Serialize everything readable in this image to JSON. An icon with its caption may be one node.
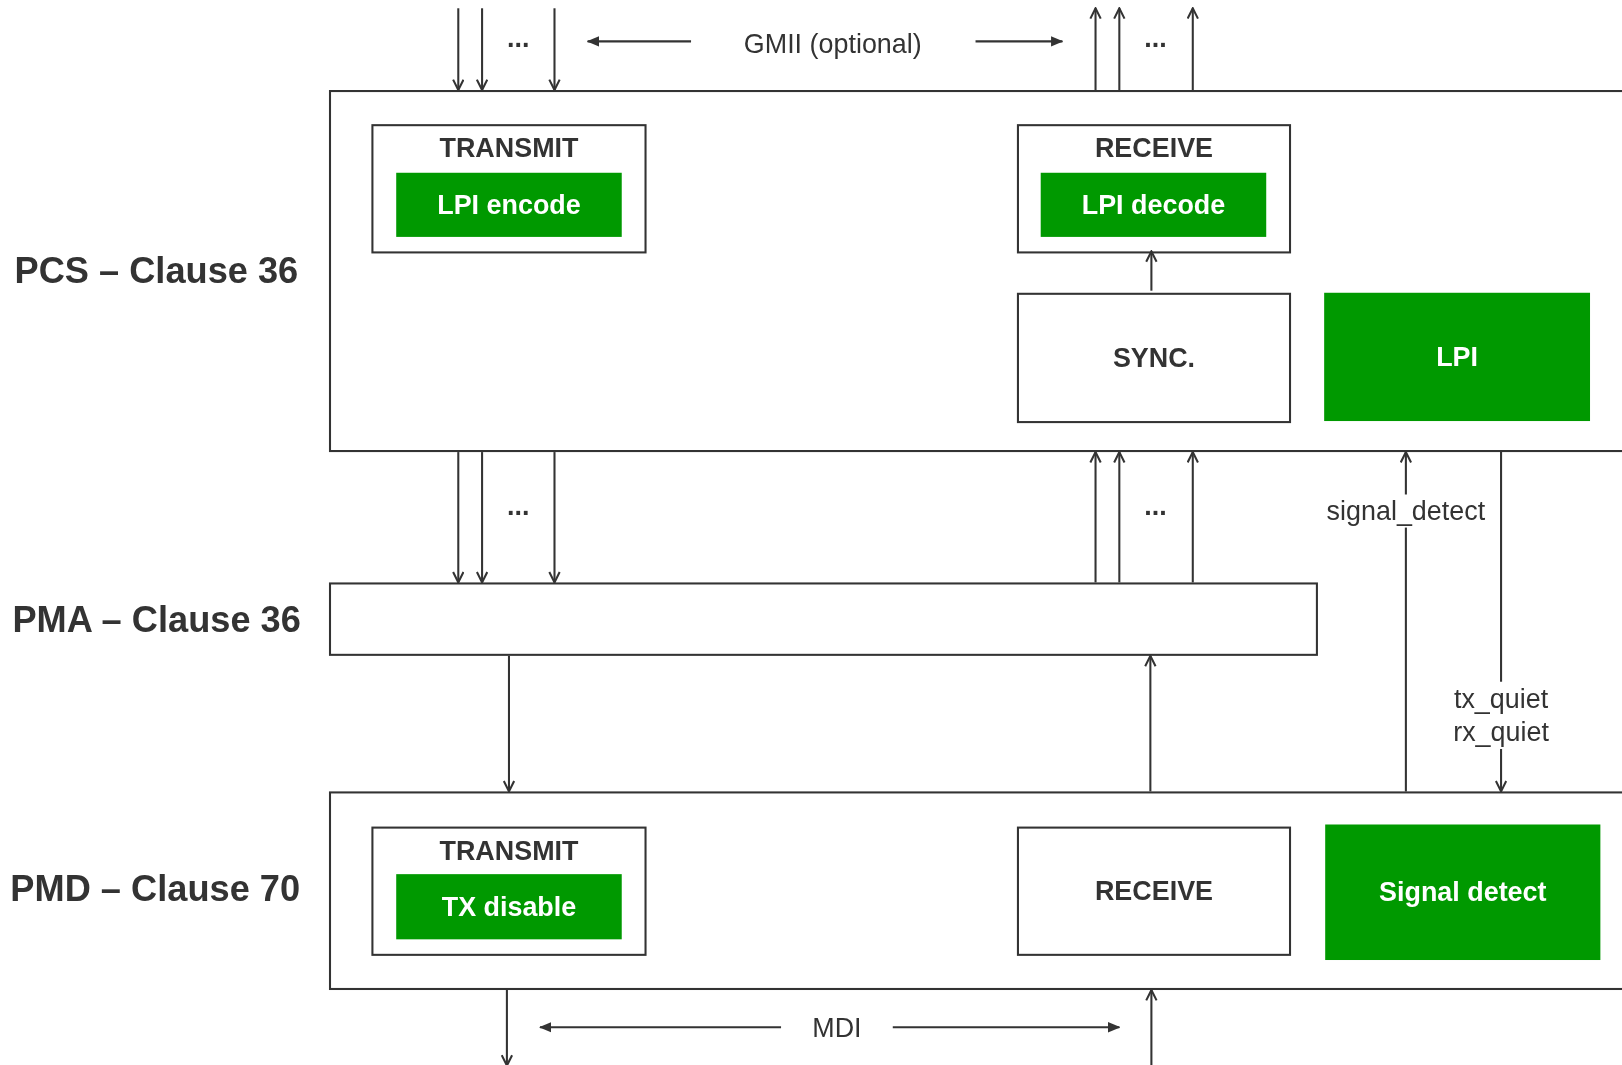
{
  "diagram": {
    "nodes": [
      {
        "text": [
          "PCS – Clause 36"
        ]
      },
      {
        "text": [
          "TRANSMIT"
        ],
        "in": 0
      },
      {
        "text": [
          "LPI encode"
        ],
        "in": 1
      },
      {
        "text": [
          "RECEIVE"
        ],
        "in": 0
      },
      {
        "text": [
          "LPI decode"
        ],
        "in": 3
      },
      {
        "text": [
          "SYNC."
        ],
        "in": 0
      },
      {
        "text": [
          "LPI"
        ],
        "in": 0
      },
      {
        "text": [
          "PMA – Clause 36"
        ]
      },
      {
        "text": [
          "PMD – Clause 70"
        ]
      },
      {
        "text": [
          "TRANSMIT"
        ],
        "in": 8
      },
      {
        "text": [
          "TX disable"
        ],
        "in": 9
      },
      {
        "text": [
          "RECEIVE"
        ],
        "in": 8
      },
      {
        "text": [
          "Signal detect"
        ],
        "in": 8
      }
    ],
    "edges": [
      {
        "from": null,
        "to": 0,
        "arrow": "to"
      },
      {
        "from": null,
        "to": 0,
        "arrow": "to"
      },
      {
        "from": null,
        "to": 0,
        "arrow": "to"
      },
      {
        "from": 0,
        "to": null,
        "arrow": "to"
      },
      {
        "from": 0,
        "to": null,
        "arrow": "to"
      },
      {
        "from": 0,
        "to": null,
        "arrow": "to"
      },
      {
        "from": 5,
        "to": 3,
        "arrow": "to"
      },
      {
        "from": 0,
        "to": 7,
        "arrow": "to"
      },
      {
        "from": 0,
        "to": 7,
        "arrow": "to"
      },
      {
        "from": 0,
        "to": 7,
        "arrow": "to"
      },
      {
        "from": 7,
        "to": 0,
        "arrow": "to"
      },
      {
        "from": 7,
        "to": 0,
        "arrow": "to"
      },
      {
        "from": 7,
        "to": 0,
        "arrow": "to"
      },
      {
        "from": 8,
        "to": 0,
        "arrow": "to",
        "label": "signal_detect"
      },
      {
        "from": 0,
        "to": 8,
        "arrow": "to",
        "label": "tx_quiet rx_quiet"
      },
      {
        "from": 7,
        "to": 8,
        "arrow": "to"
      },
      {
        "from": 8,
        "to": 7,
        "arrow": "to"
      },
      {
        "from": 8,
        "to": null,
        "arrow": "to"
      },
      {
        "from": null,
        "to": 8,
        "arrow": "to"
      }
    ],
    "labels": [
      "...",
      "GMII (optional)",
      "...",
      "...",
      "...",
      "MDI"
    ]
  }
}
